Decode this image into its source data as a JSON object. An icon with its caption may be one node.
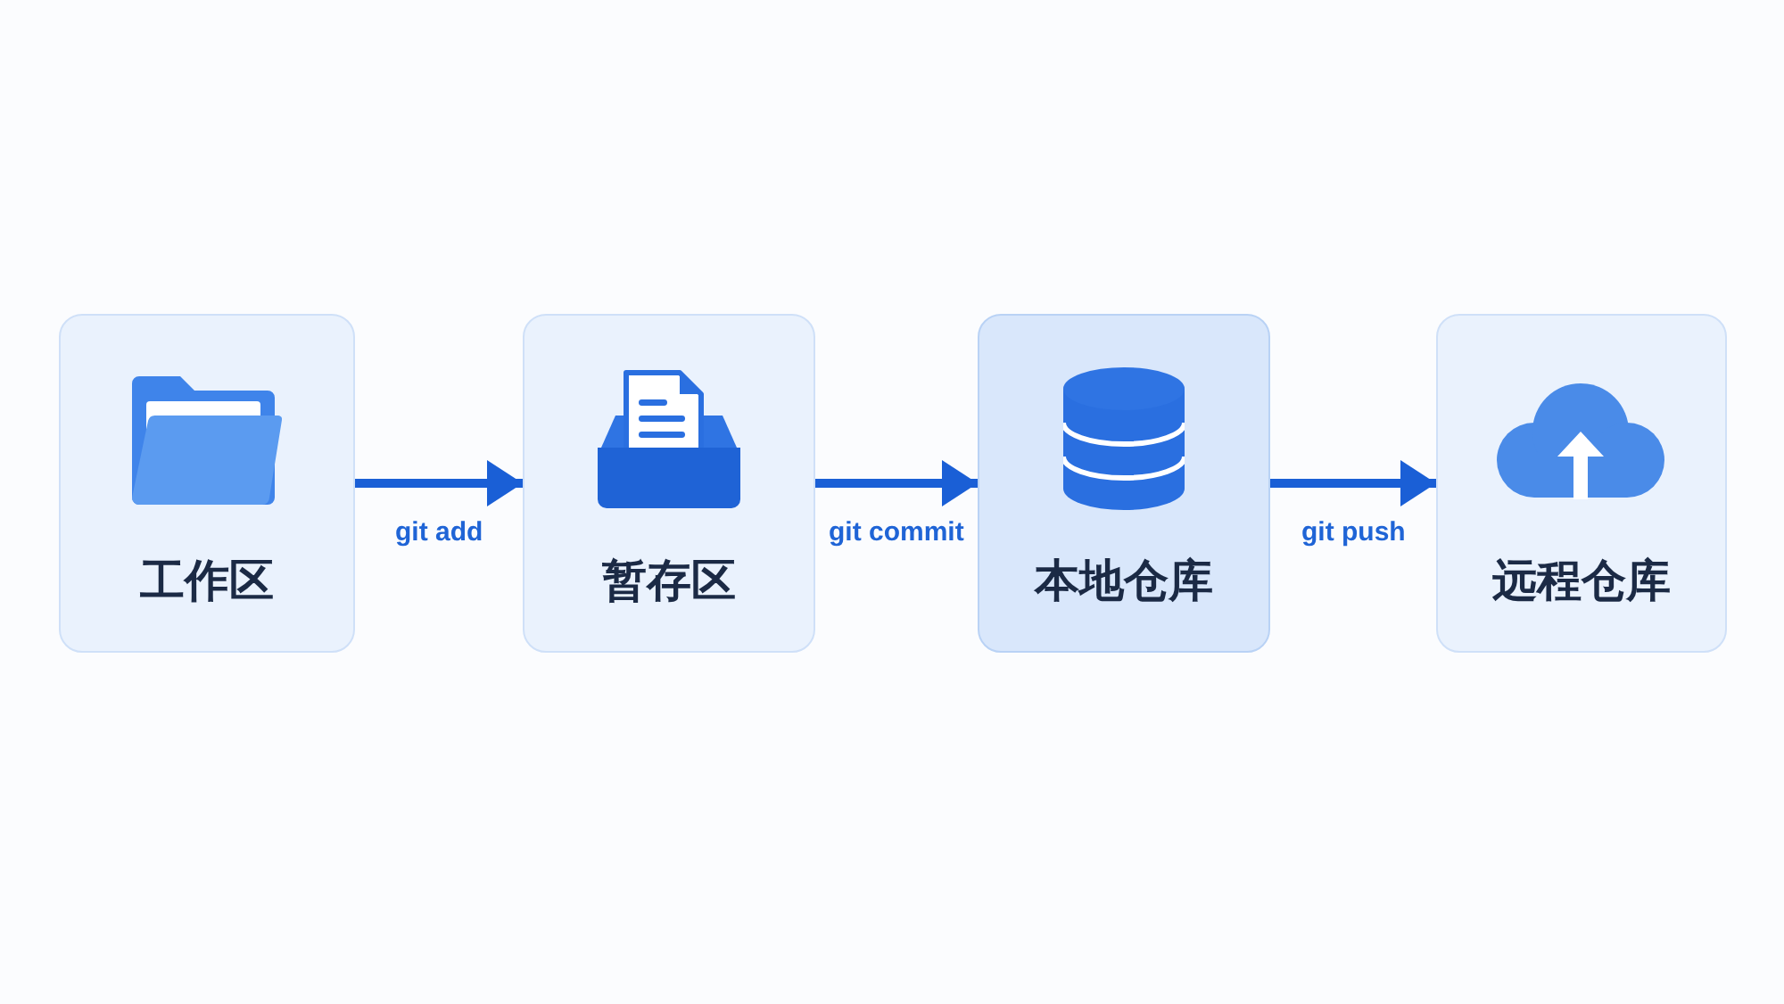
{
  "diagram": {
    "nodes": [
      {
        "text": [
          "工作区"
        ]
      },
      {
        "text": [
          "暂存区"
        ]
      },
      {
        "text": [
          "本地仓库"
        ]
      },
      {
        "text": [
          "远程仓库"
        ]
      }
    ],
    "edges": [
      {
        "from": 0,
        "to": 1,
        "arrow": "to",
        "label": "git add"
      },
      {
        "from": 1,
        "to": 2,
        "arrow": "to",
        "label": "git commit"
      },
      {
        "from": 2,
        "to": 3,
        "arrow": "to",
        "label": "git push"
      }
    ]
  }
}
